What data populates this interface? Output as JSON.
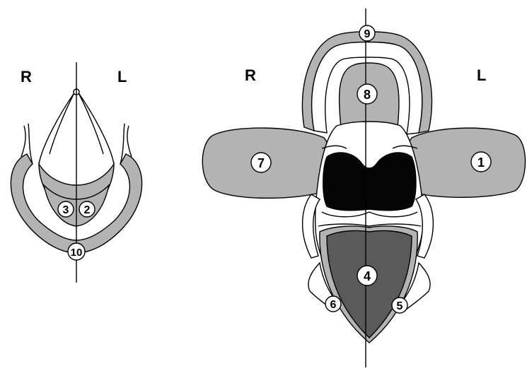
{
  "left_view": {
    "side_right": "R",
    "side_left": "L",
    "regions": [
      {
        "id": "region-2",
        "label": "2"
      },
      {
        "id": "region-3",
        "label": "3"
      },
      {
        "id": "region-10",
        "label": "10"
      }
    ]
  },
  "right_view": {
    "side_right": "R",
    "side_left": "L",
    "regions": [
      {
        "id": "region-1",
        "label": "1"
      },
      {
        "id": "region-4",
        "label": "4"
      },
      {
        "id": "region-5",
        "label": "5"
      },
      {
        "id": "region-6",
        "label": "6"
      },
      {
        "id": "region-7",
        "label": "7"
      },
      {
        "id": "region-8",
        "label": "8"
      },
      {
        "id": "region-9",
        "label": "9"
      }
    ]
  },
  "colors": {
    "light_region": "#b3b3b3",
    "dark_region": "#5a5a5a",
    "black_region": "#050505"
  }
}
